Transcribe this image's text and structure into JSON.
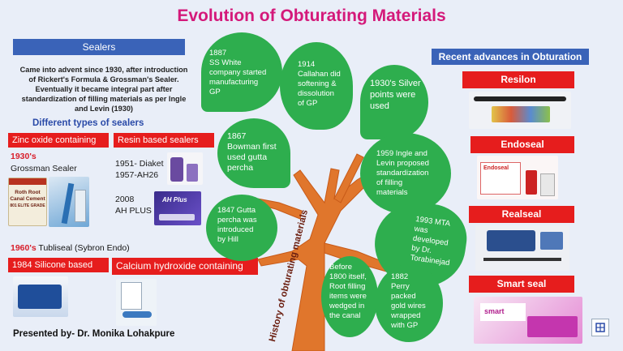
{
  "title": "Evolution of Obturating Materials",
  "sealers": {
    "heading": "Sealers",
    "intro_lines": [
      "Came into advent since 1930, after introduction",
      "of Rickert's Formula & Grossman's Sealer.",
      "Eventually it became integral part after",
      "standardization of filling materials as per Ingle",
      "and Levin (1930)"
    ],
    "types_heading": "Different types of sealers",
    "zinc_oxide": "Zinc oxide containing",
    "zinc_year": "1930's",
    "zinc_name": "Grossman Sealer",
    "resin": "Resin based  sealers",
    "resin_l1": "1951- Diaket",
    "resin_l2": "1957-AH26",
    "resin_l3": "2008",
    "resin_l4": "AH PLUS",
    "tubliseal_year": "1960's",
    "tubliseal_name": " Tubliseal (Sybron Endo)",
    "silicone": "1984 Silicone based",
    "calcium": "Calcium hydroxide containing",
    "presented_by": "Presented by- Dr. Monika Lohakpure",
    "jar_lines": [
      "Roth Root",
      "Canal Cement",
      "801 ELITE GRADE"
    ]
  },
  "tree": {
    "trunk_label": "History of obturating materials",
    "bubbles": [
      "1887\nSS White\ncompany started\nmanufacturing\nGP",
      "1914\nCallahan did\nsoftening &\ndissolution\nof GP",
      "1930's Silver\npoints were\nused",
      "1867\nBowman first\nused gutta\npercha",
      "1959 Ingle and\nLevin proposed\nstandardization\nof filling\nmaterials",
      "1847 Gutta\npercha was\nintroduced\nby Hill",
      "1993 MTA\nwas\ndeveloped\nby Dr.\nTorabinejad",
      "Before\n1800 itself,\nRoot filling\nitems were\nwedged in\nthe canal",
      "1882\nPerry\npacked\ngold wires\nwrapped\nwith GP"
    ]
  },
  "recent": {
    "heading": "Recent advances in Obturation",
    "items": [
      "Resilon",
      "Endoseal",
      "Realseal",
      "Smart seal"
    ],
    "product_labels": {
      "ahplus": "AH Plus",
      "endoseal": "Endoseal",
      "smart": "smart"
    }
  },
  "colors": {
    "title": "#d4197a",
    "blue": "#3a63b8",
    "red": "#e61d1d",
    "green": "#2eae4e",
    "trunk": "#e0762c"
  }
}
